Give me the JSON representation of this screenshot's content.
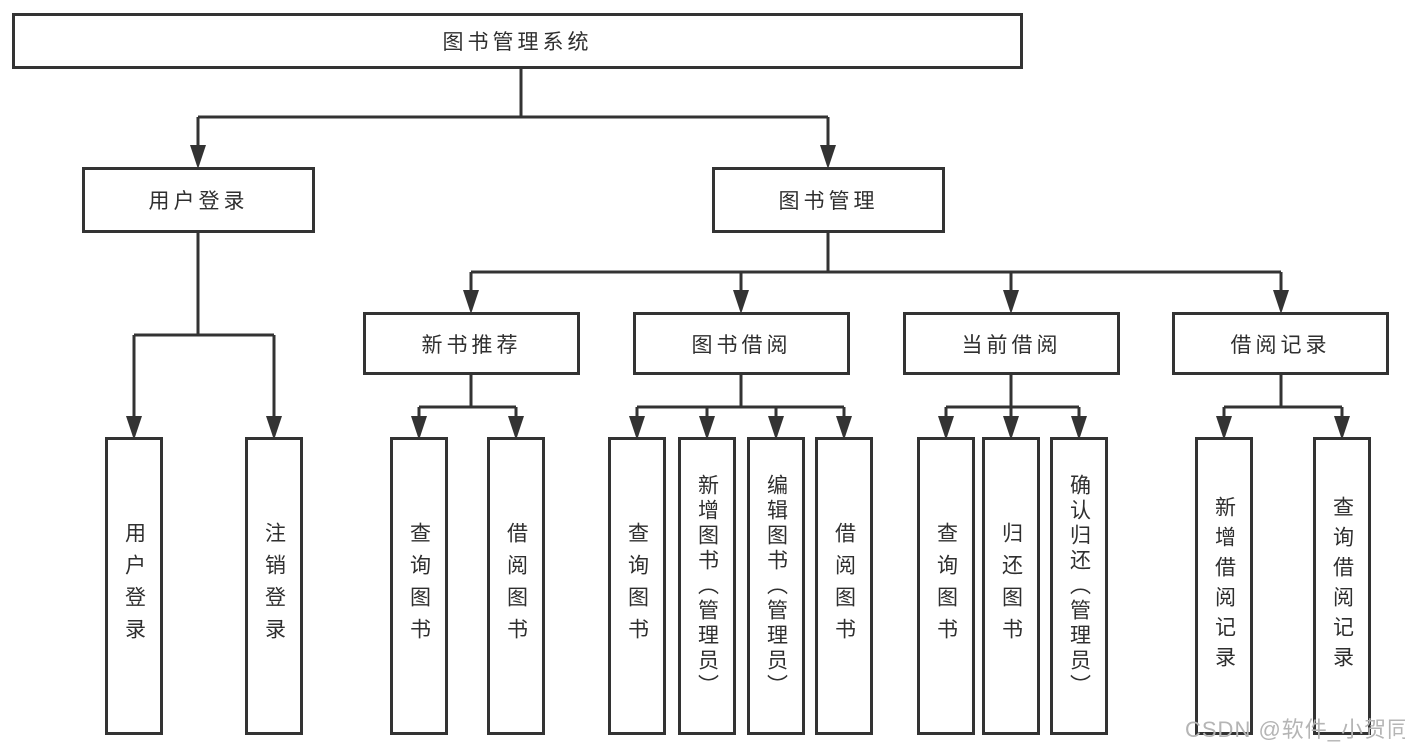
{
  "diagram": {
    "root": "图书管理系统",
    "level2": {
      "user_login": "用户登录",
      "book_mgmt": "图书管理"
    },
    "level3": [
      "新书推荐",
      "图书借阅",
      "当前借阅",
      "借阅记录"
    ],
    "leaves": {
      "user_login": [
        "用户登录",
        "注销登录"
      ],
      "new_book_recommend": [
        "查询图书",
        "借阅图书"
      ],
      "book_borrow": [
        "查询图书",
        "新增图书（管理员）",
        "编辑图书（管理员）",
        "借阅图书"
      ],
      "current_borrow": [
        "查询图书",
        "归还图书",
        "确认归还（管理员）"
      ],
      "borrow_records": [
        "新增借阅记录",
        "查询借阅记录"
      ]
    }
  },
  "watermark": "CSDN @软件_小贺同学",
  "colors": {
    "line": "#333333",
    "box_border": "#333333",
    "text": "#2f2f2f",
    "background": "#ffffff",
    "watermark": "#b5b5b5"
  }
}
